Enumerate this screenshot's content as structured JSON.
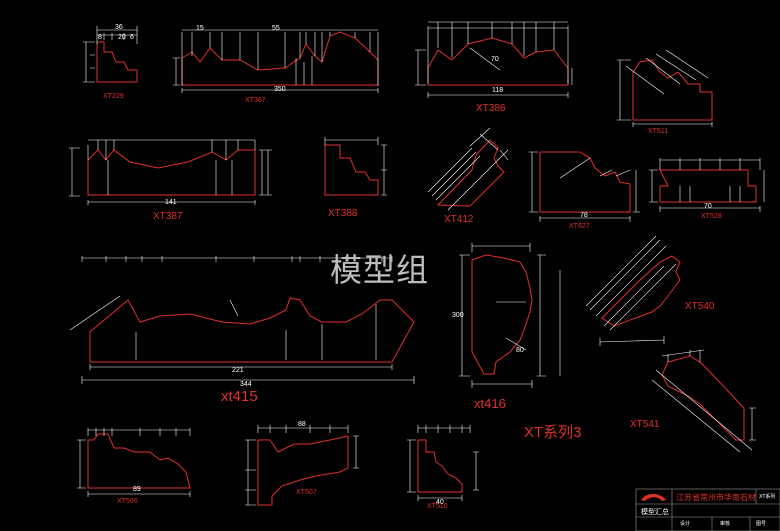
{
  "drawing": {
    "watermark": "模型组",
    "series_title": "XT系列3",
    "labels": {
      "xt229": "XT229",
      "xt367": "XT367",
      "xt386": "XT386",
      "xt511": "XT511",
      "xt387": "XT387",
      "xt388": "XT388",
      "xt412": "XT412",
      "xt627": "XT627",
      "xt528": "XT528",
      "xt540": "XT540",
      "xt415": "xt415",
      "xt416": "xt416",
      "xt541": "XT541",
      "xt506": "XT506",
      "xt507": "XT507",
      "xt510": "XT510"
    },
    "dims": {
      "d229_top": "36",
      "d229_a": "8",
      "d229_b": "20",
      "d229_c": "6",
      "d367_bot": "350",
      "d367_a": "15",
      "d367_b": "55",
      "d386_bot": "118",
      "d386_mid": "70",
      "d387_bot": "141",
      "d415_bot": "221",
      "d415_total": "344",
      "d416_a": "300",
      "d416_b": "80",
      "d506_bot": "89",
      "d507_bot": "88",
      "d510_bot": "40",
      "d627_bot": "78",
      "d528_bot": "70"
    },
    "colors": {
      "profile": "#e0302a",
      "dimension": "#ffffff",
      "background": "#000000"
    }
  },
  "title_block": {
    "company": "江苏省常州市华南石材",
    "sheet_code": "XT系列",
    "row1": "模型汇总",
    "row2a": "设计",
    "row2b": "审核",
    "row2c": "图号"
  }
}
